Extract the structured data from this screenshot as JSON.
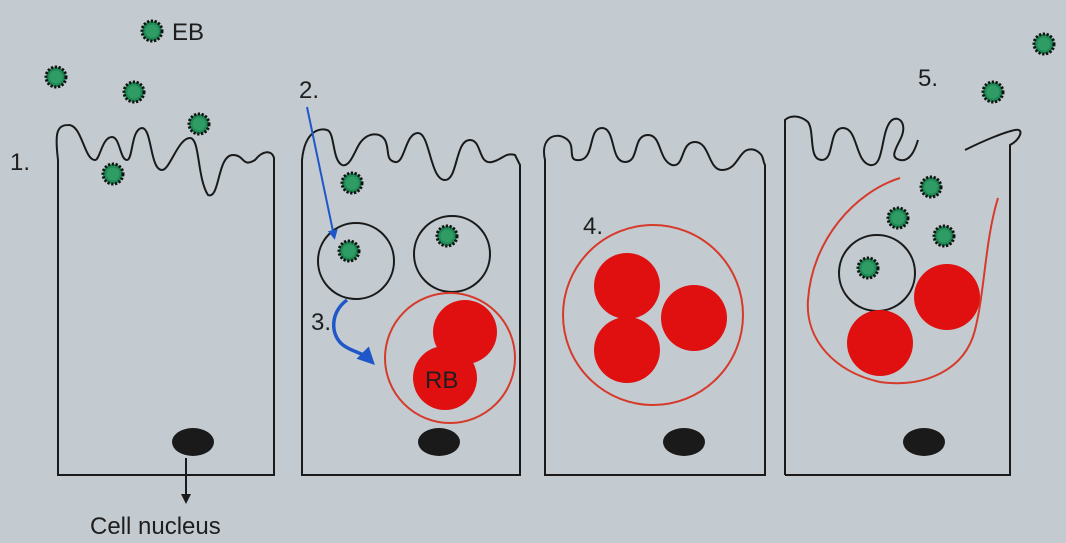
{
  "labels": {
    "eb": "EB",
    "step1": "1.",
    "step2": "2.",
    "step3": "3.",
    "step4": "4.",
    "step5": "5.",
    "rb": "RB",
    "nucleus": "Cell nucleus"
  },
  "colors": {
    "background": "#c3cbd0",
    "elementary_body": "#1f8a55",
    "reticulate_body": "#e01010",
    "inclusion_membrane": "#d63a2a",
    "arrow": "#1f57c8",
    "nucleus": "#1a1a1a",
    "outline": "#1a1a1a"
  }
}
